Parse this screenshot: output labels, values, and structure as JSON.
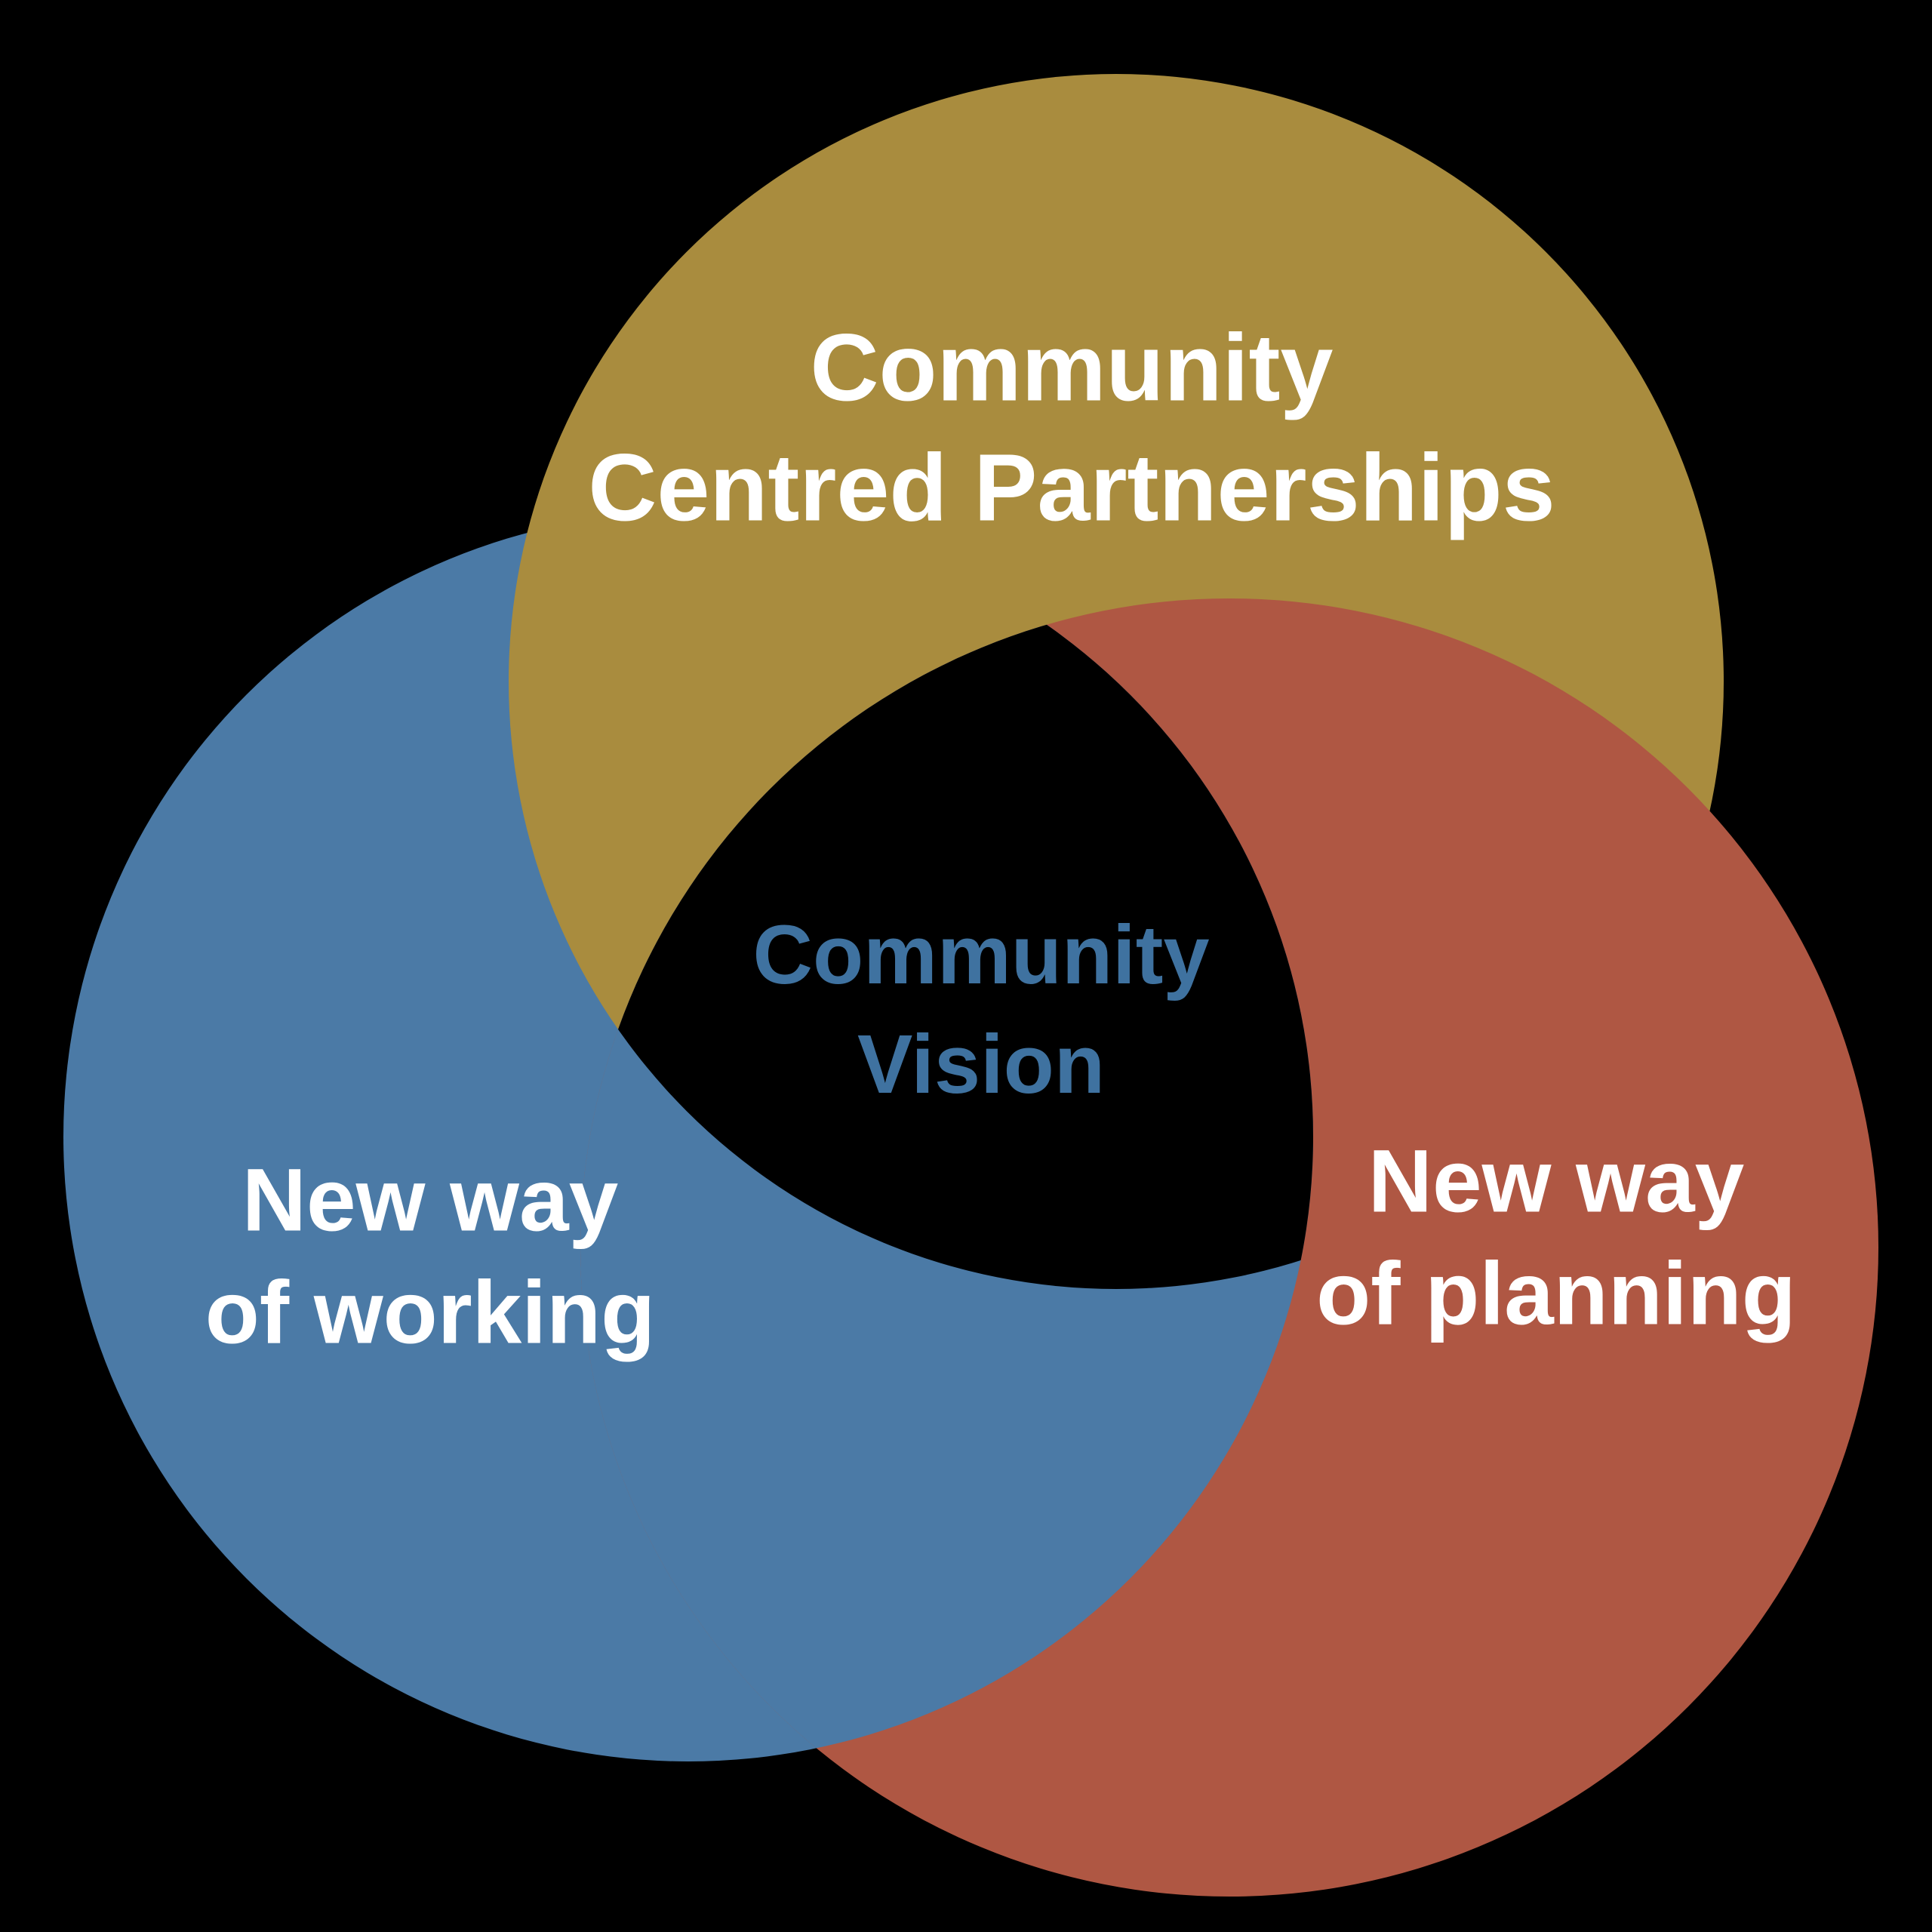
{
  "diagram": {
    "background_color": "#000000",
    "label_text_color": "#FFFFFF",
    "top_circle": {
      "color": "#A98C3E",
      "label_line1": "Community",
      "label_line2": "Centred Partnerships"
    },
    "left_circle": {
      "color": "#4B7AA6",
      "label_line1": "New way",
      "label_line2": "of working"
    },
    "right_circle": {
      "color": "#AF5743",
      "label_line1": "New way",
      "label_line2": "of planning"
    },
    "center_label": {
      "color": "#3F72A0",
      "line1": "Community",
      "line2": "Vision"
    }
  }
}
